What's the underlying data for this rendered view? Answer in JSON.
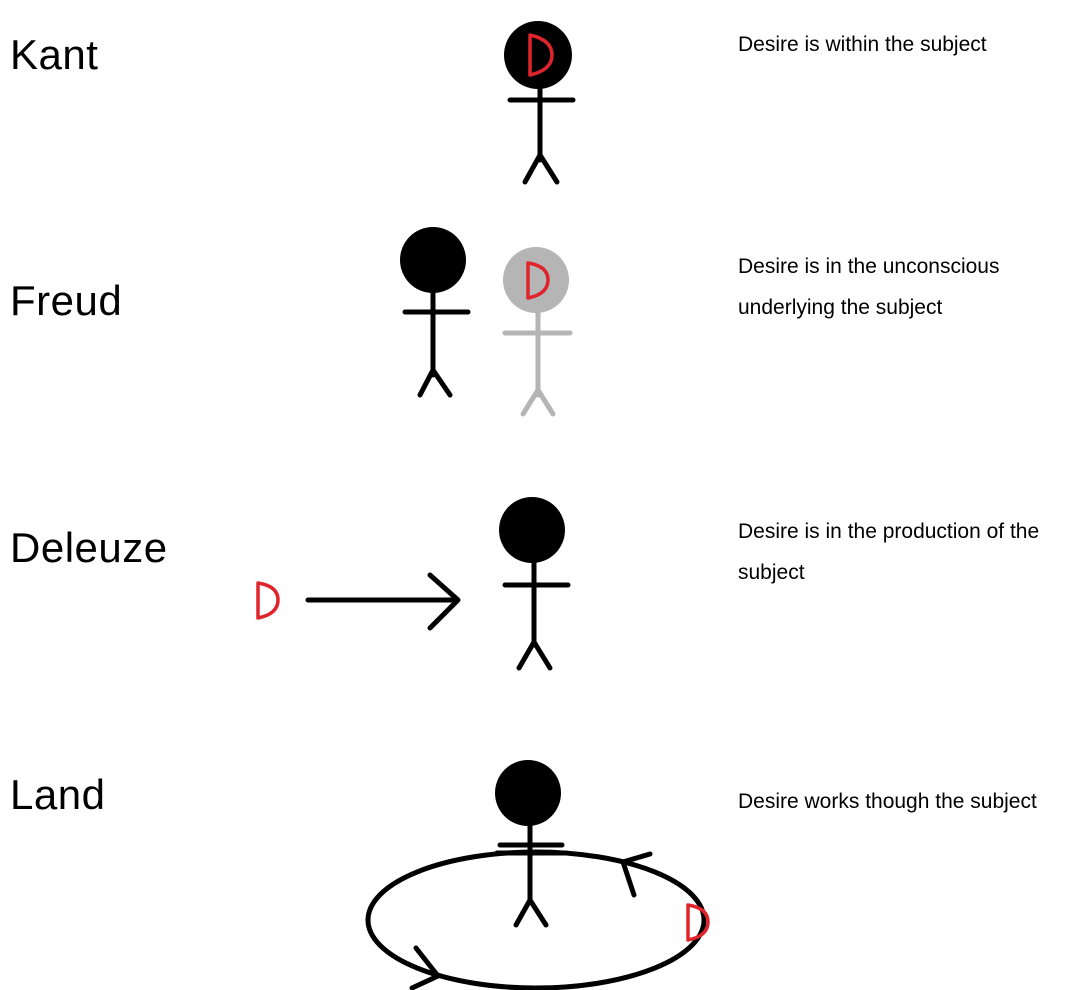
{
  "colors": {
    "ink": "#000000",
    "desire": "#e0242c",
    "unconscious": "#b5b5b5",
    "background": "#ffffff"
  },
  "rows": [
    {
      "name": "Kant",
      "description": "Desire is within the subject"
    },
    {
      "name": "Freud",
      "description": "Desire is in the unconscious underlying the subject"
    },
    {
      "name": "Deleuze",
      "description": "Desire is in the production of the subject"
    },
    {
      "name": "Land",
      "description": "Desire works though the subject"
    }
  ]
}
